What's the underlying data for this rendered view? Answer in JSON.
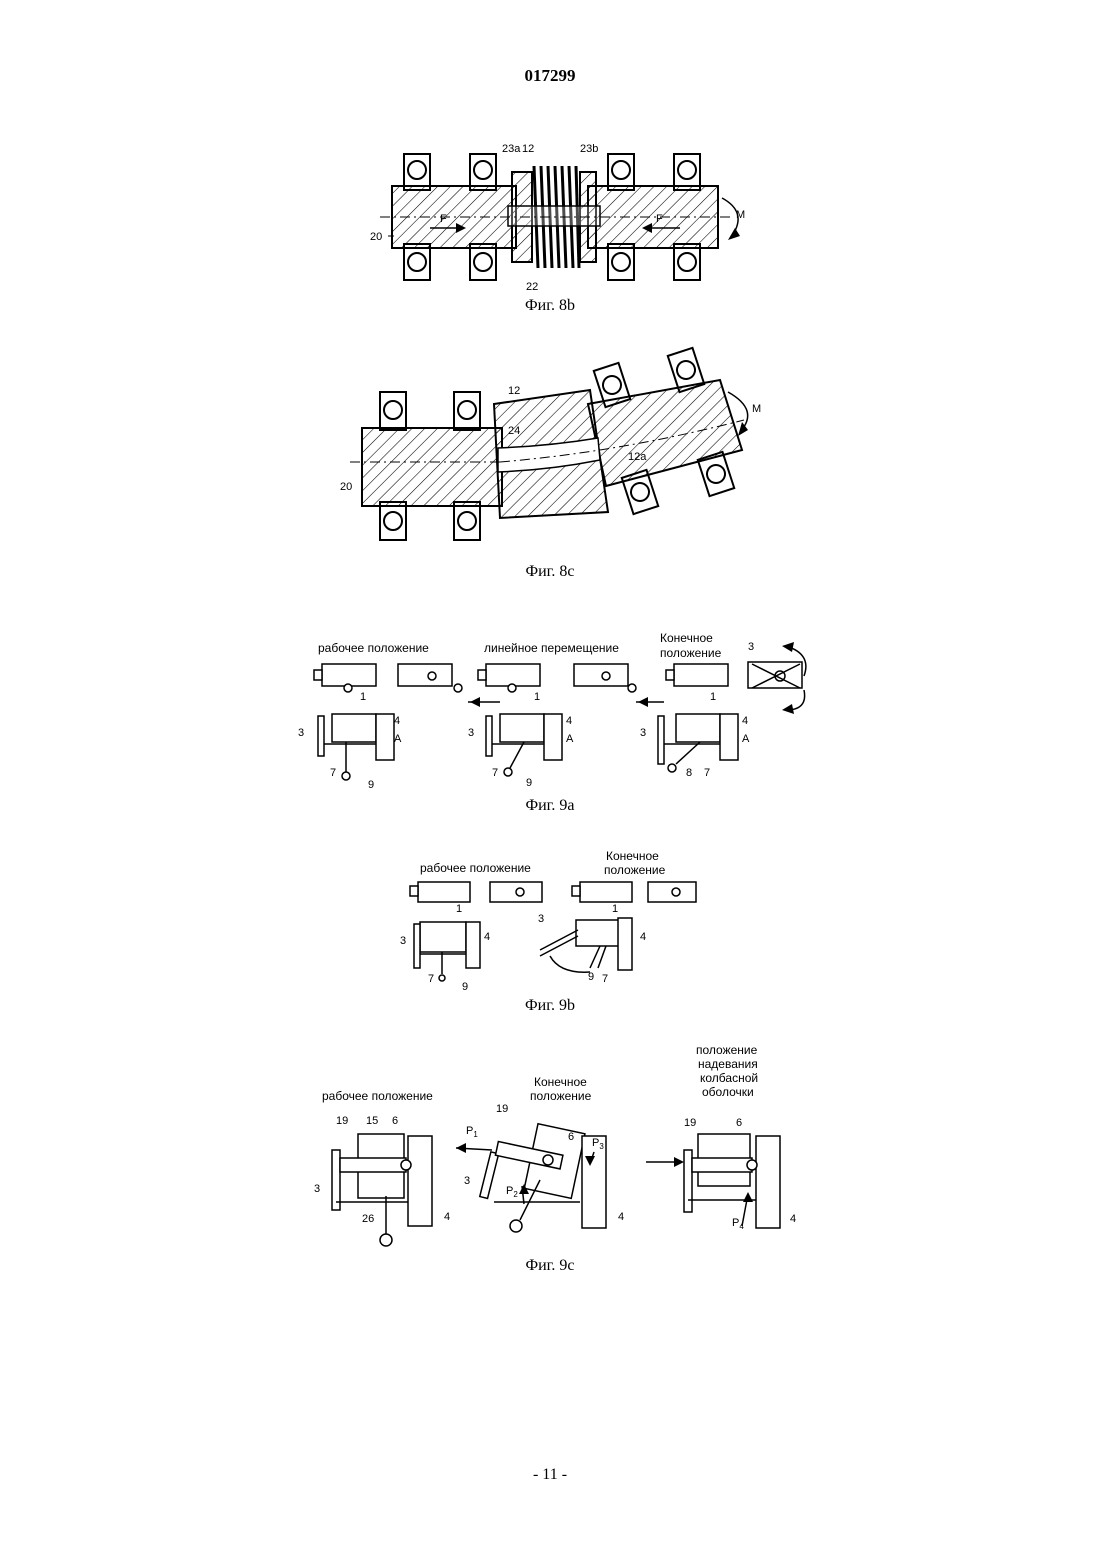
{
  "document_number": "017299",
  "page_number": "- 11 -",
  "figures": {
    "fig8b": {
      "caption": "Фиг. 8b",
      "labels": {
        "l23a": "23a",
        "l12": "12",
        "l23b": "23b",
        "l20": "20",
        "l22": "22",
        "lM": "M",
        "lF1": "F",
        "lF2": "F"
      }
    },
    "fig8c": {
      "caption": "Фиг. 8c",
      "labels": {
        "l12": "12",
        "l24": "24",
        "l20": "20",
        "l12a": "12a",
        "lM": "M"
      }
    },
    "fig9a": {
      "caption": "Фиг. 9a",
      "headers": {
        "h1": "рабочее положение",
        "h2": "линейное перемещение",
        "h3a": "Конечное",
        "h3b": "положение"
      },
      "labels": {
        "n1a": "1",
        "n4a": "4",
        "n3a": "3",
        "nAa": "A",
        "n7a": "7",
        "n9a": "9",
        "n1b": "1",
        "n4b": "4",
        "n3b": "3",
        "nAb": "A",
        "n7b": "7",
        "n9b": "9",
        "n1c": "1",
        "n4c": "4",
        "n3c": "3",
        "nAc": "A",
        "n8c": "8",
        "n7c": "7",
        "n3d": "3"
      }
    },
    "fig9b": {
      "caption": "Фиг. 9b",
      "headers": {
        "h1": "рабочее положение",
        "h2a": "Конечное",
        "h2b": "положение"
      },
      "labels": {
        "n1a": "1",
        "n3a": "3",
        "n4a": "4",
        "n7a": "7",
        "n9a": "9",
        "n3b": "3",
        "n1b": "1",
        "n4b": "4",
        "n9b": "9",
        "n7b": "7"
      }
    },
    "fig9c": {
      "caption": "Фиг. 9c",
      "headers": {
        "h1": "рабочее положение",
        "h2a": "Конечное",
        "h2b": "положение",
        "h3a": "положение",
        "h3b": "надевания",
        "h3c": "колбасной",
        "h3d": "оболочки"
      },
      "labels": {
        "n19a": "19",
        "n15": "15",
        "n6a": "6",
        "n3a": "3",
        "n26": "26",
        "n4a": "4",
        "n19b": "19",
        "nP1": "P",
        "nP1s": "1",
        "n6b": "6",
        "nP3": "P",
        "nP3s": "3",
        "n3b": "3",
        "nP2": "P",
        "nP2s": "2",
        "n4b": "4",
        "n19c": "19",
        "n6c": "6",
        "nP4": "P",
        "nP4s": "4",
        "n4c": "4"
      }
    }
  }
}
